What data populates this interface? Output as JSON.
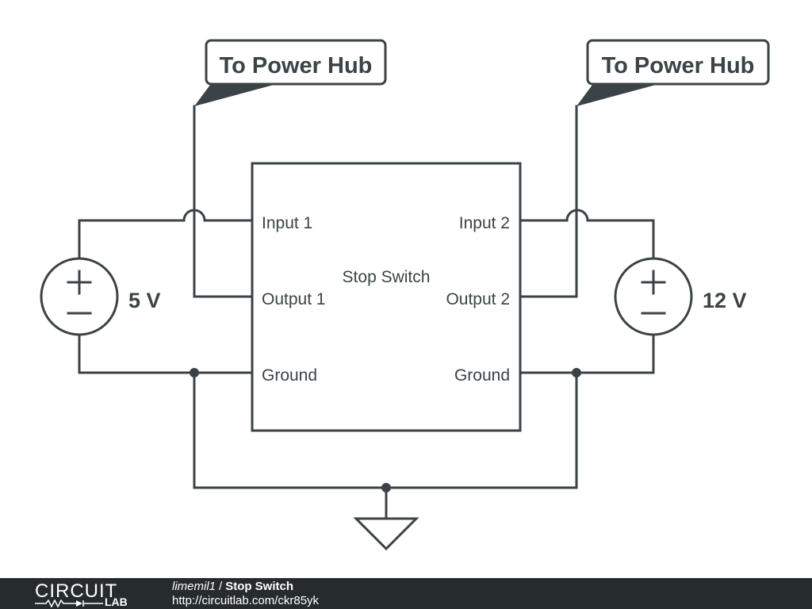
{
  "schematic": {
    "component_label": "Stop Switch",
    "pins_left": [
      "Input 1",
      "Output 1",
      "Ground"
    ],
    "pins_right": [
      "Input 2",
      "Output 2",
      "Ground"
    ],
    "source_left_voltage": "5 V",
    "source_right_voltage": "12 V",
    "net_tag_left": "To Power Hub",
    "net_tag_right": "To Power Hub"
  },
  "footer": {
    "logo_top": "CIRCUIT",
    "logo_bottom": "LAB",
    "author": "limemil1",
    "separator": "/",
    "title": "Stop Switch",
    "url": "http://circuitlab.com/ckr85yk"
  },
  "colors": {
    "ink": "#3b4347",
    "footer_bg": "#262b2e"
  }
}
